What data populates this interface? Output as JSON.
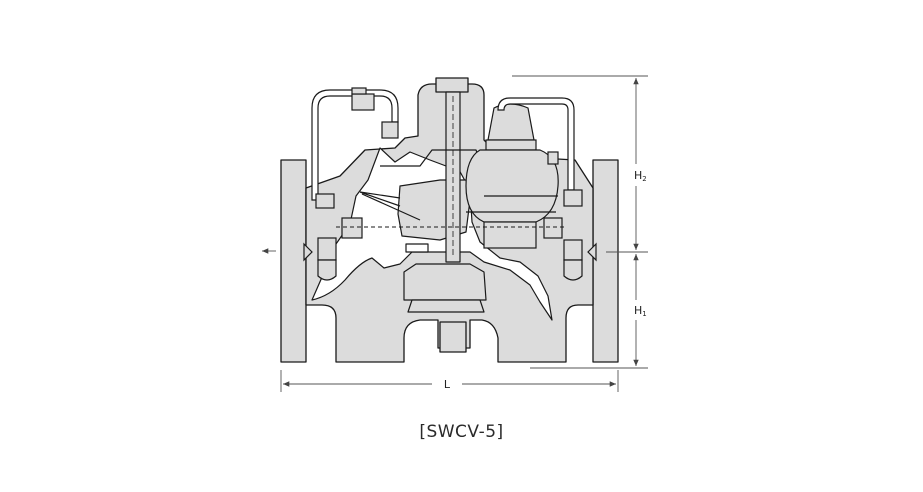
{
  "diagram": {
    "caption": "[SWCV-5]",
    "dimensions": {
      "length": "L",
      "height_lower": {
        "letter": "H",
        "subscript": "1"
      },
      "height_upper": {
        "letter": "H",
        "subscript": "2"
      }
    },
    "colors": {
      "body_fill": "#dcdcdc",
      "outline": "#1a1a1a",
      "cutaway_fill": "#ffffff",
      "dimension_line": "#555555"
    }
  }
}
